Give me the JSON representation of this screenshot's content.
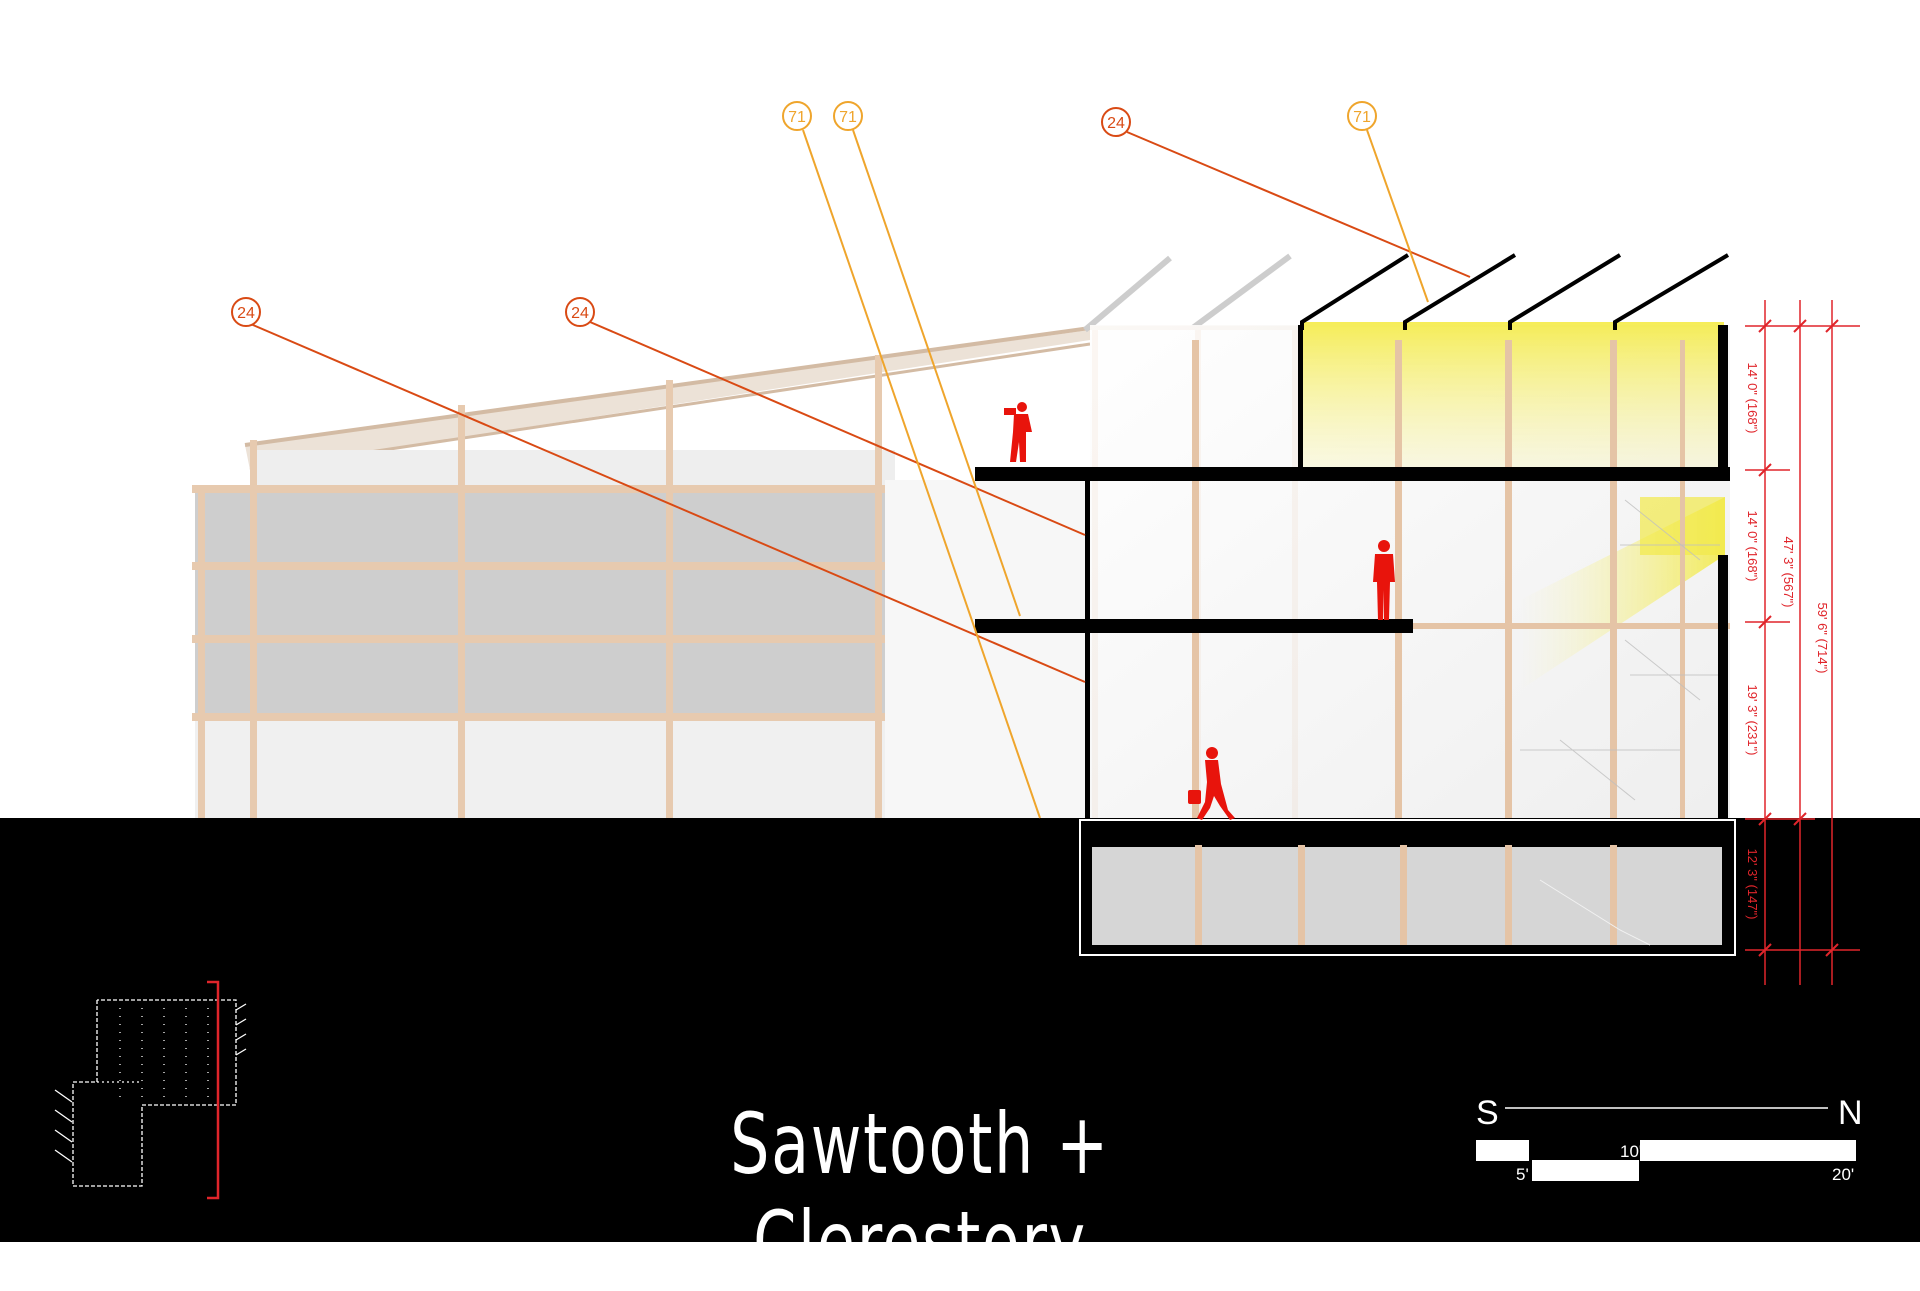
{
  "title": "Sawtooth + Clerestory",
  "colors": {
    "ground": "#000000",
    "timber": "#e9c9ac",
    "keynote_orange": "#d94a14",
    "keynote_gold": "#efa52c",
    "dimension_red": "#e0252b",
    "daylight": "#f6f07a",
    "figure": "#e8140c"
  },
  "keynotes": [
    {
      "id": "k1",
      "text": "71"
    },
    {
      "id": "k2",
      "text": "71"
    },
    {
      "id": "k3",
      "text": "24"
    },
    {
      "id": "k4",
      "text": "71"
    },
    {
      "id": "k5",
      "text": "24"
    },
    {
      "id": "k6",
      "text": "24"
    }
  ],
  "dimensions": {
    "levels": [
      "14' 0\" (168\")",
      "14' 0\" (168\")",
      "19' 3\" (231\")",
      "12' 3\" (147\")"
    ],
    "combined": "47' 3\" (567\")",
    "overall": "59' 6\" (714\")"
  },
  "scale_bar": {
    "south": "S",
    "north": "N",
    "labels": [
      "5'",
      "10'",
      "20'"
    ]
  },
  "icons": {
    "key_plan": "key-plan-icon",
    "figures": [
      "photographer-figure-icon",
      "standing-figure-icon",
      "walking-figure-icon"
    ]
  }
}
